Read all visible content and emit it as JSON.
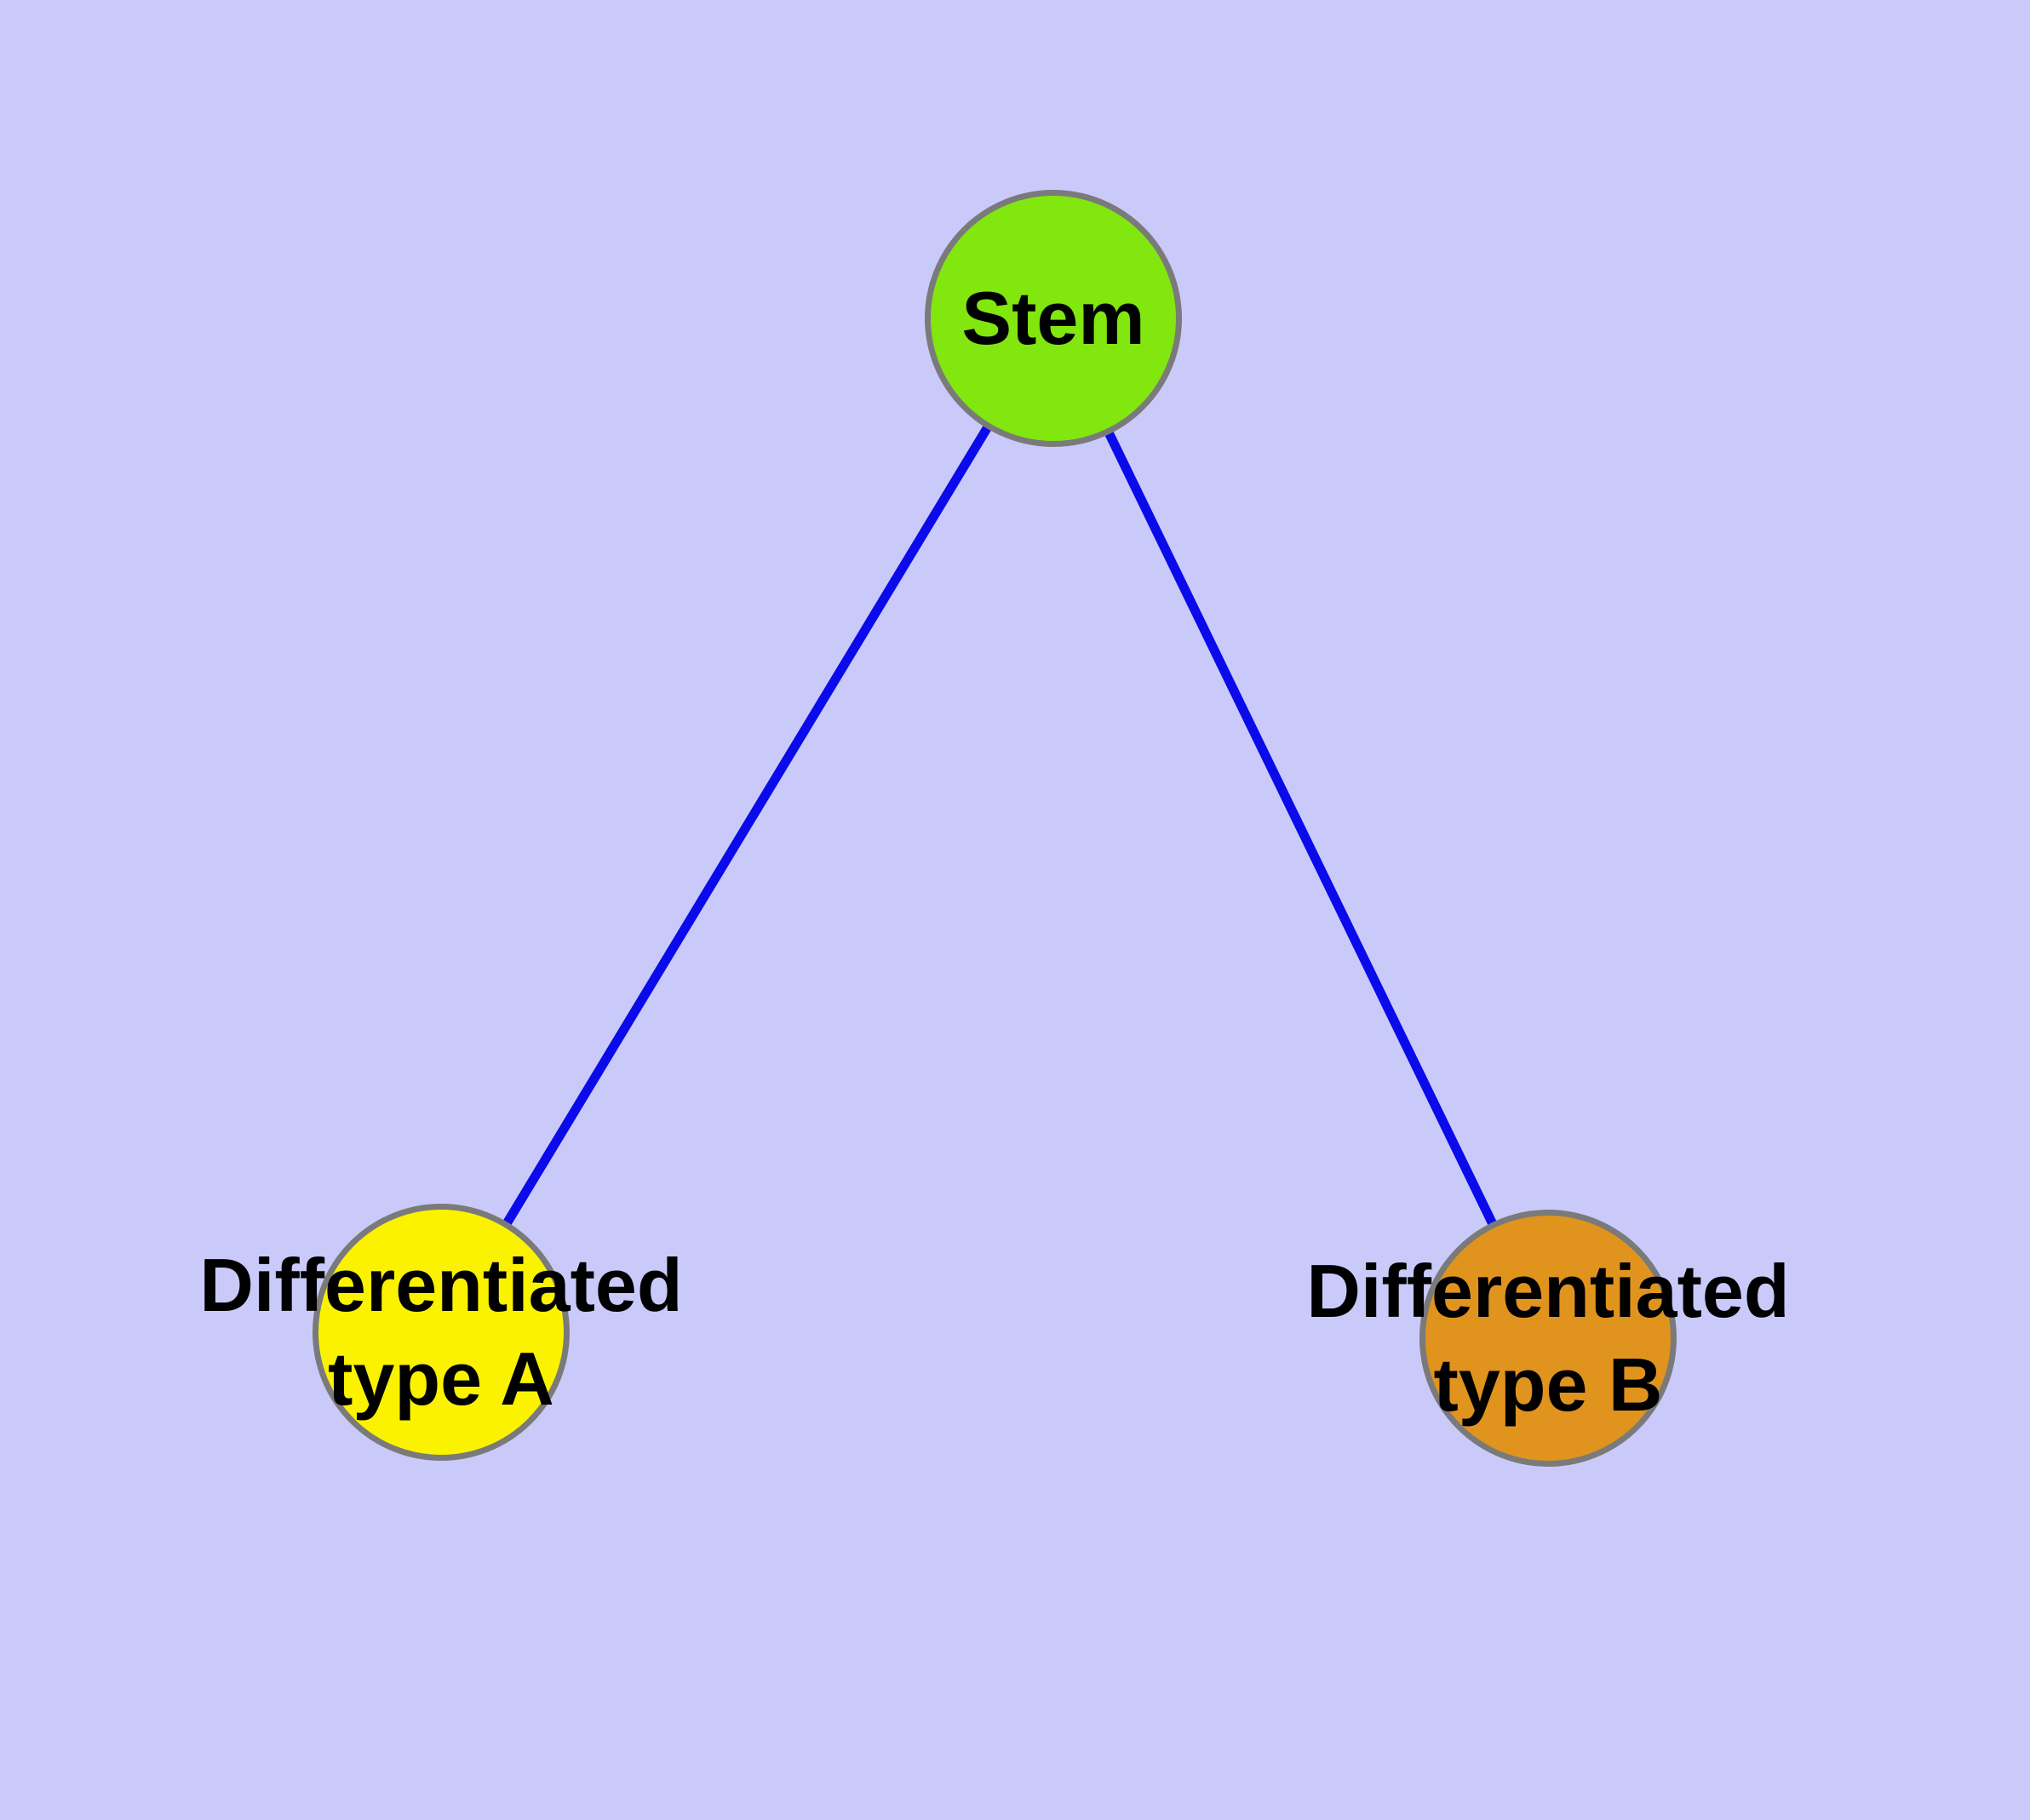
{
  "diagram": {
    "type": "node-link-graph",
    "background_color": "#CACAFA",
    "edge_color": "#0A0AEB",
    "node_border_color": "#7A7A7A",
    "label_color": "#000000",
    "nodes": [
      {
        "id": "stem",
        "label": "Stem",
        "color": "#82E60F"
      },
      {
        "id": "typeA",
        "label": "Differentiated\ntype A",
        "color": "#FBF200"
      },
      {
        "id": "typeB",
        "label": "Differentiated\ntype B",
        "color": "#E0941E"
      }
    ],
    "edges": [
      {
        "from": "stem",
        "to": "typeA"
      },
      {
        "from": "stem",
        "to": "typeB"
      }
    ]
  }
}
